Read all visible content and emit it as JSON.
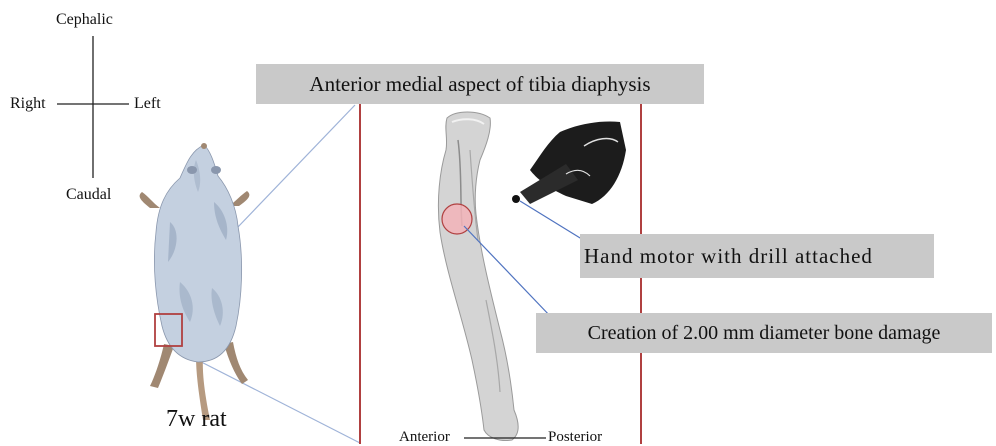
{
  "orientation": {
    "cephalic": "Cephalic",
    "right": "Right",
    "left": "Left",
    "caudal": "Caudal"
  },
  "rat_label": "7w rat",
  "callouts": {
    "site": "Anterior medial aspect of tibia diaphysis",
    "tool": "Hand motor with drill attached",
    "defect": "Creation of 2.00 mm diameter bone damage"
  },
  "axis": {
    "anterior": "Anterior",
    "posterior": "Posterior"
  },
  "colors": {
    "frame": "#b04040",
    "callout_bg": "#c9c9c9",
    "leader": "#4f73c0",
    "defect_fill": "#f2b3b8",
    "rat_body": "#c4d0e0",
    "rat_shadow": "#9aaac0",
    "bone": "#d4d4d4"
  }
}
